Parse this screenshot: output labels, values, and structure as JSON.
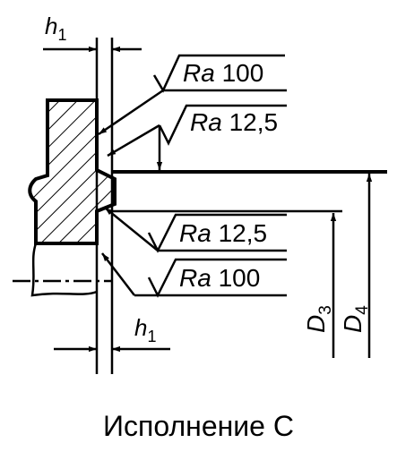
{
  "dims": {
    "h1_top": {
      "main": "h",
      "sub": "1"
    },
    "h1_bottom": {
      "main": "h",
      "sub": "1"
    },
    "d3": {
      "main": "D",
      "sub": "3"
    },
    "d4": {
      "main": "D",
      "sub": "4"
    }
  },
  "roughness": [
    {
      "prefix": "Ra",
      "value": "100"
    },
    {
      "prefix": "Ra",
      "value": "12,5"
    },
    {
      "prefix": "Ra",
      "value": "12,5"
    },
    {
      "prefix": "Ra",
      "value": "100"
    }
  ],
  "caption": "Исполнение С"
}
